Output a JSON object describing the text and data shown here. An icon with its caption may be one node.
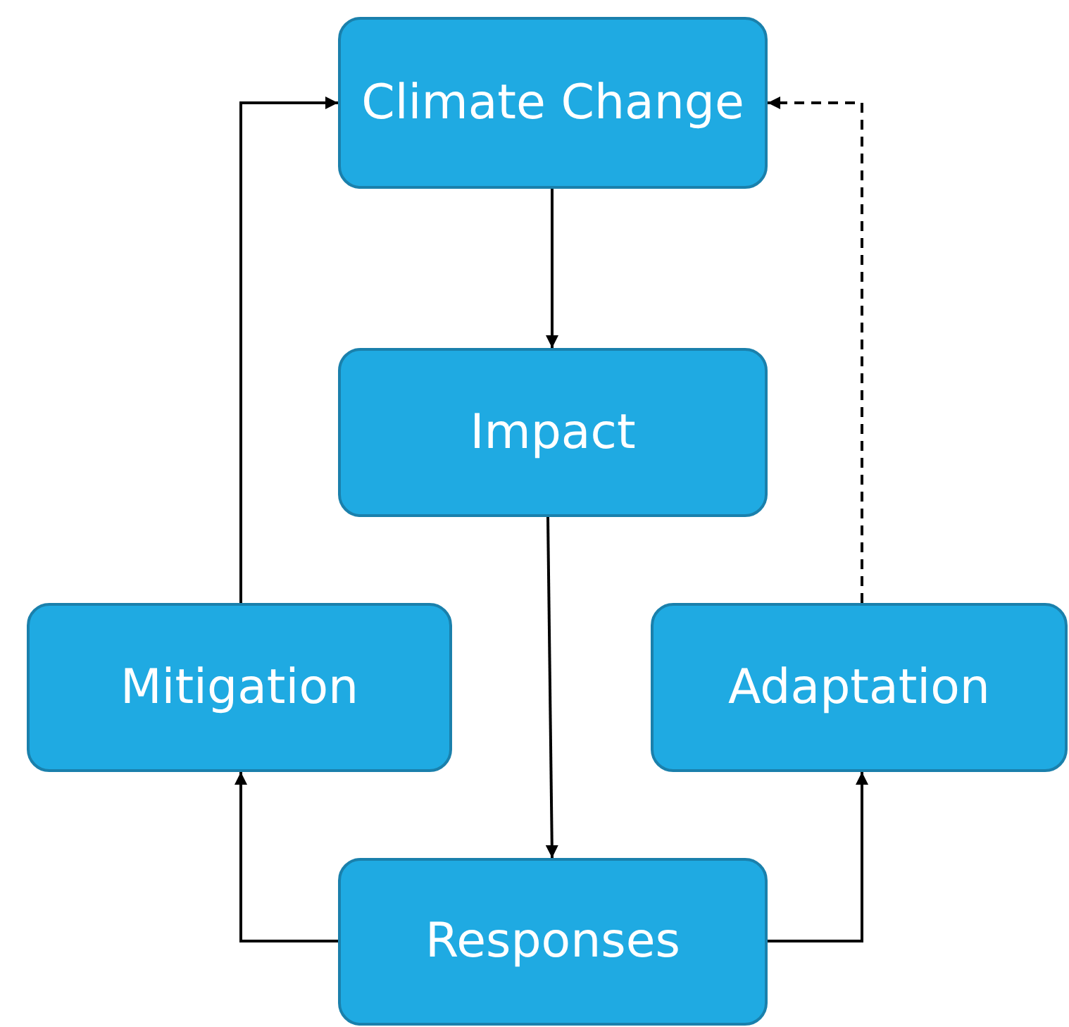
{
  "diagram": {
    "nodes": [
      {
        "text": [
          "Climate Change"
        ]
      },
      {
        "text": [
          "Impact"
        ]
      },
      {
        "text": [
          "Mitigation"
        ]
      },
      {
        "text": [
          "Adaptation"
        ]
      },
      {
        "text": [
          "Responses"
        ]
      }
    ],
    "edges": [
      {
        "from": 0,
        "to": 1,
        "arrow": "to"
      },
      {
        "from": 1,
        "to": 4,
        "arrow": "to"
      },
      {
        "from": 4,
        "to": 2,
        "arrow": "to"
      },
      {
        "from": 4,
        "to": 3,
        "arrow": "to"
      },
      {
        "from": 2,
        "to": 0,
        "arrow": "to"
      },
      {
        "from": 3,
        "to": 0,
        "arrow": "to",
        "style": "dashed"
      }
    ]
  }
}
